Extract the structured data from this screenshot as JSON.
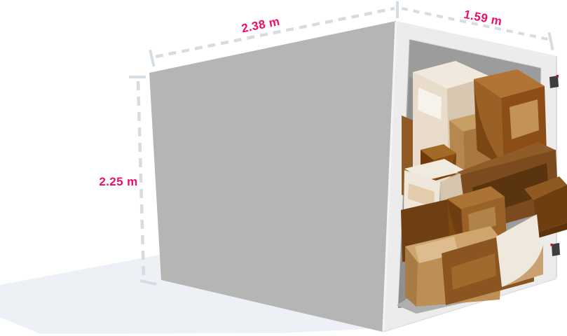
{
  "illustration": {
    "unit": {
      "width_label": "2.38 m",
      "depth_label": "1.59 m",
      "height_label": "2.25 m"
    },
    "colors": {
      "accent_pink": "#ED0E69",
      "dimension_dash": "#D5DDE3",
      "container_side": "#B5B5B6",
      "container_frame": "#ECECEC",
      "interior_wall": "#9C9C9C",
      "interior_wall_shade": "#8F8F8F",
      "interior_floor": "#AFAFAF",
      "ground_shadow": "#EDF1F6",
      "latch_dark": "#3E3E40",
      "latch_accent_red": "#C4161F",
      "box_cream": "#E9DCCB",
      "box_cream_top": "#F1E9DD",
      "box_tan": "#BE8F55",
      "box_brown": "#9A6124",
      "box_dark_brown": "#7B4A1E",
      "box_label_dark": "#5A340E",
      "sheet_cream": "#EFE8DC",
      "sheet_curl": "#C9A271"
    }
  }
}
